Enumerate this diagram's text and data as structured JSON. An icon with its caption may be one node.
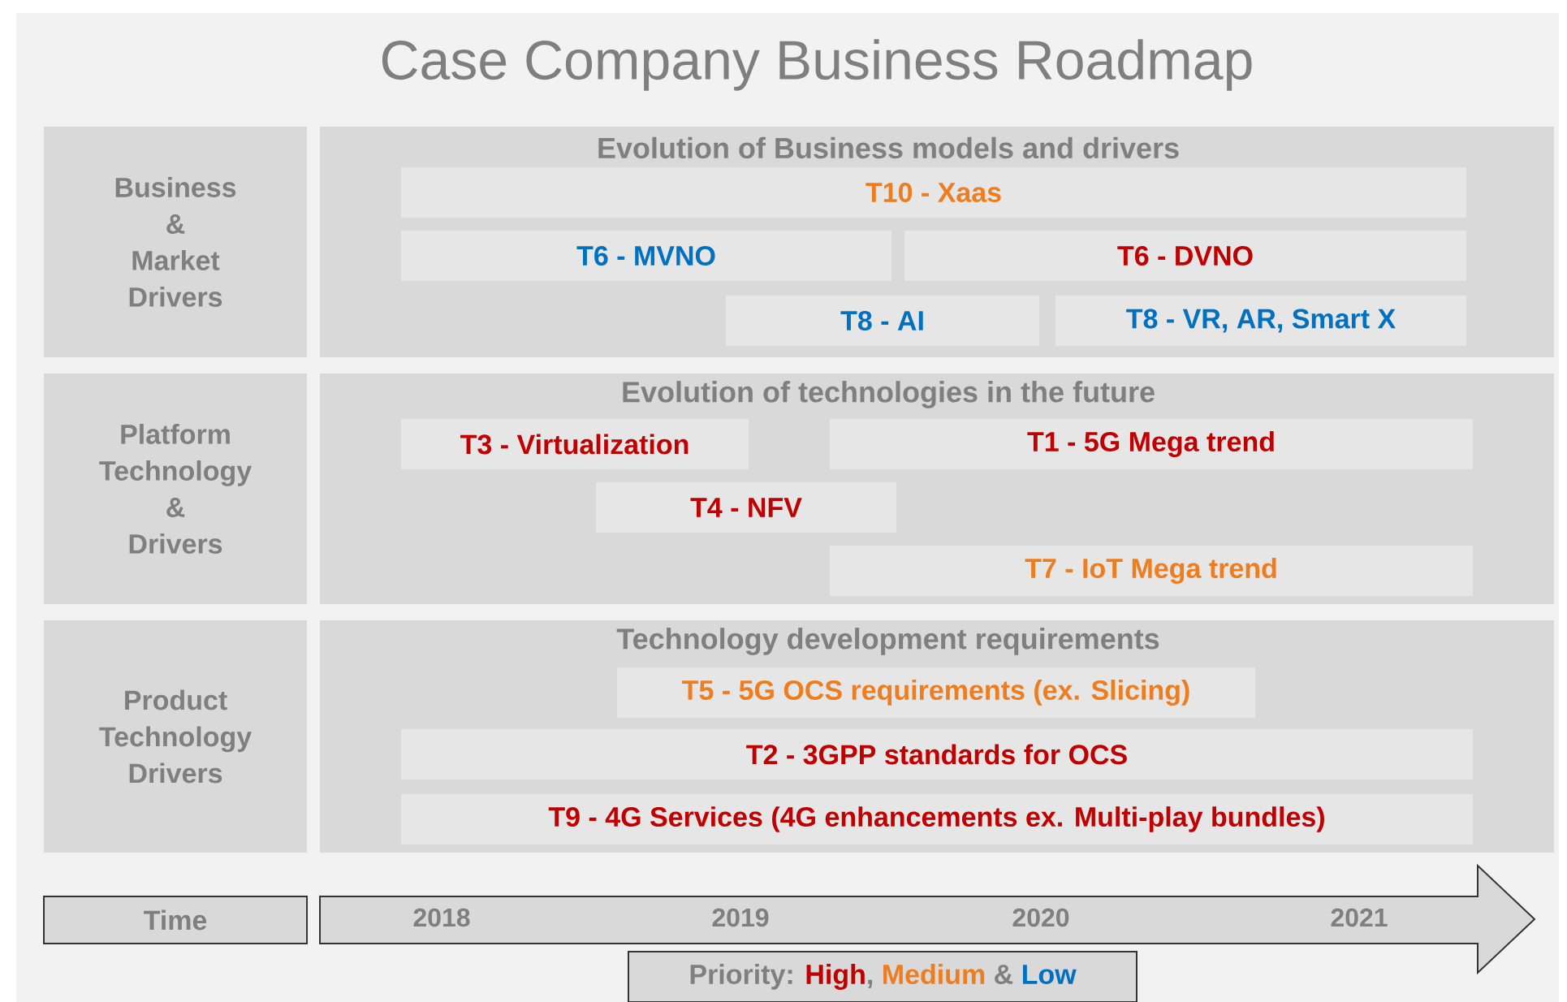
{
  "diagram": {
    "title": "Case Company Business Roadmap",
    "nodes": [
      {
        "text": [
          "Business & Market Drivers"
        ]
      },
      {
        "text": [
          "Evolution of Business models and drivers"
        ]
      },
      {
        "text": [
          "T10 - Xaas"
        ],
        "in": 1
      },
      {
        "text": [
          "T6 - MVNO"
        ],
        "in": 1
      },
      {
        "text": [
          "T6 - DVNO"
        ],
        "in": 1
      },
      {
        "text": [
          "T8 - AI"
        ],
        "in": 1
      },
      {
        "text": [
          "T8 - VR, AR, Smart X"
        ],
        "in": 1
      },
      {
        "text": [
          "Platform Technology & Drivers"
        ]
      },
      {
        "text": [
          "Evolution of technologies in the future"
        ]
      },
      {
        "text": [
          "T3 - Virtualization"
        ],
        "in": 8
      },
      {
        "text": [
          "T1 - 5G Mega trend"
        ],
        "in": 8
      },
      {
        "text": [
          "T4 - NFV"
        ],
        "in": 8
      },
      {
        "text": [
          "T7 - IoT Mega trend"
        ],
        "in": 8
      },
      {
        "text": [
          "Product Technology Drivers"
        ]
      },
      {
        "text": [
          "Technology development requirements"
        ]
      },
      {
        "text": [
          "T5 - 5G OCS requirements (ex. Slicing)"
        ],
        "in": 14
      },
      {
        "text": [
          "T2 - 3GPP standards for OCS"
        ],
        "in": 14
      },
      {
        "text": [
          "T9 - 4G Services (4G enhancements ex. Multi-play bundles)"
        ],
        "in": 14
      },
      {
        "text": [
          "Time"
        ]
      },
      {
        "text": [
          "2018",
          "2019",
          "2020",
          "2021"
        ]
      },
      {
        "text": [
          "Priority:"
        ]
      }
    ],
    "labels": [
      ",",
      "&"
    ],
    "legend": [
      {
        "text": "High",
        "color": "#c00000"
      },
      {
        "text": "Medium",
        "color": "#ed7d1f"
      },
      {
        "text": "Low",
        "color": "#0070c0"
      }
    ]
  }
}
